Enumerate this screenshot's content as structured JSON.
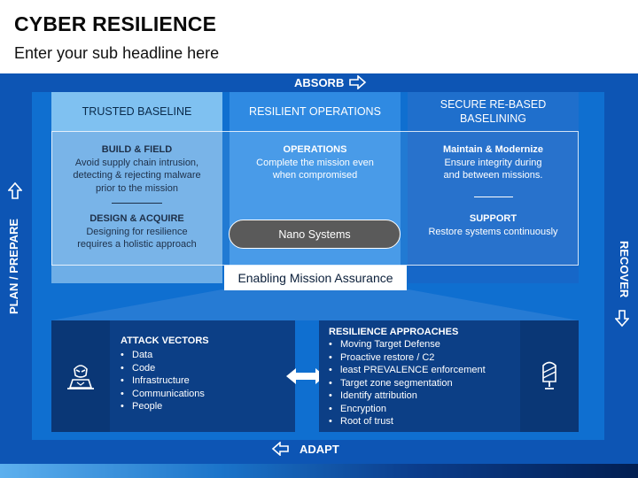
{
  "header": {
    "title": "CYBER RESILIENCE",
    "subtitle": "Enter your sub headline here"
  },
  "edges": {
    "top": "ABSORB",
    "bottom": "ADAPT",
    "left": "PLAN / PREPARE",
    "right": "RECOVER"
  },
  "columns": [
    {
      "heading": "TRUSTED BASELINE",
      "blocks": [
        {
          "title": "BUILD & FIELD",
          "lines": [
            "Avoid supply chain intrusion,",
            "detecting & rejecting malware",
            "prior to the mission"
          ]
        },
        {
          "title": "DESIGN & ACQUIRE",
          "lines": [
            "Designing for resilience",
            "requires a holistic approach"
          ]
        }
      ]
    },
    {
      "heading": "RESILIENT OPERATIONS",
      "blocks": [
        {
          "title": "OPERATIONS",
          "lines": [
            "Complete the mission even",
            "when compromised"
          ]
        }
      ]
    },
    {
      "heading_lines": [
        "SECURE RE-BASED",
        "BASELINING"
      ],
      "blocks": [
        {
          "title": "Maintain & Modernize",
          "lines": [
            "Ensure integrity during",
            "and between missions."
          ]
        },
        {
          "title": "SUPPORT",
          "lines": [
            "Restore systems continuously"
          ]
        }
      ]
    }
  ],
  "center": {
    "pill": "Nano Systems",
    "banner": "Enabling Mission Assurance"
  },
  "attack_vectors": {
    "title": "ATTACK VECTORS",
    "items": [
      "Data",
      "Code",
      "Infrastructure",
      "Communications",
      "People"
    ],
    "icon": "hacker-laptop-icon"
  },
  "resilience_approaches": {
    "title": "RESILIENCE APPROACHES",
    "items": [
      "Moving Target Defense",
      "Proactive restore / C2",
      "least PREVALENCE enforcement",
      "Target zone segmentation",
      "Identify attribution",
      "Encryption",
      "Root of trust"
    ],
    "icon": "shield-terminal-icon"
  },
  "colors": {
    "frame": "#0d55b4",
    "inner": "#0f6fd0",
    "dark_box": "#0c3f86",
    "pill": "#5a5a5a"
  }
}
